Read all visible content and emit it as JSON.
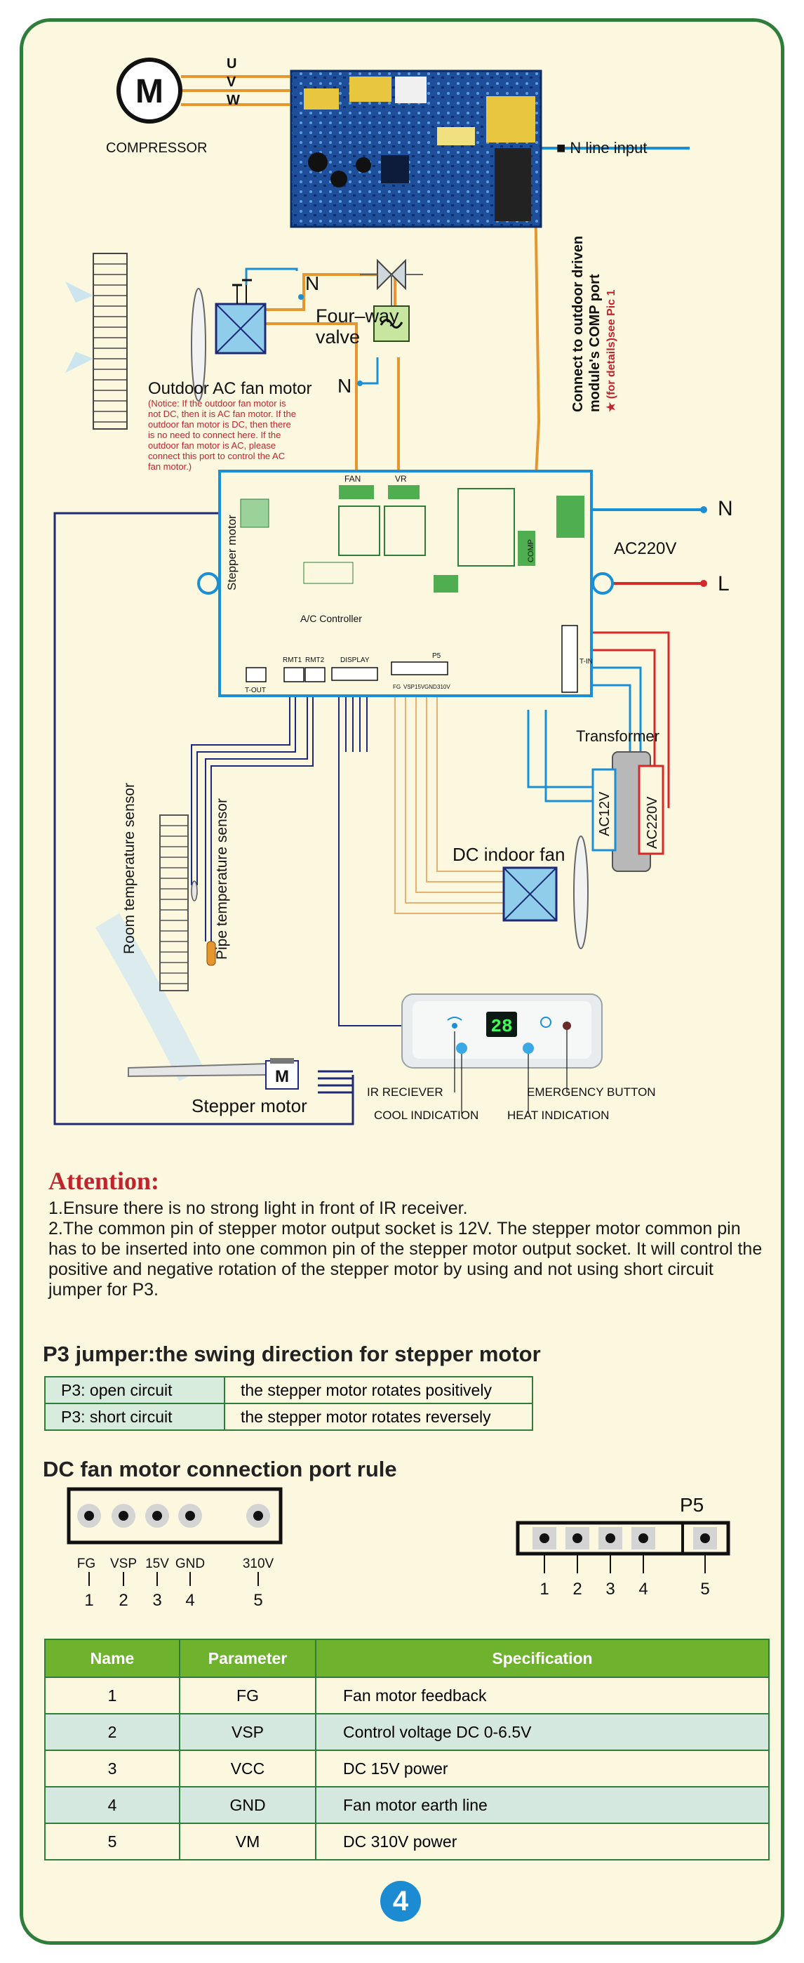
{
  "diagram": {
    "compressor": "COMPRESSOR",
    "compressor_symbol": "M",
    "phase_u": "U",
    "phase_v": "V",
    "phase_w": "W",
    "n_line_input": "■ N line input",
    "connect_note_1": "Connect to outdoor driven",
    "connect_note_2": "module's COMP port",
    "connect_note_3": "★ (for details)see Pic 1",
    "fan_n": "N",
    "four_way_1": "Four–way",
    "four_way_2": "valve",
    "valve_n": "N",
    "outdoor_fan_title": "Outdoor AC fan motor",
    "outdoor_notice": [
      "(Notice: If the outdoor fan motor is",
      "not DC, then it is AC fan motor. If the",
      "outdoor fan motor is DC, then there",
      "is no need to connect here. If the",
      "outdoor fan motor is AC, please",
      "connect this port to control the AC",
      "fan motor.)"
    ],
    "port_fan": "FAN",
    "port_vr": "VR",
    "port_comp": "COMP",
    "port_p5": "P5",
    "port_tout": "T-OUT",
    "port_rmt1": "RMT1",
    "port_rmt2": "RMT2",
    "port_display": "DISPLAY",
    "port_tin": "T-IN",
    "p5_pins": [
      "FG",
      "VSP",
      "15V",
      "GND",
      "310V"
    ],
    "board_label": "A/C Controller",
    "stepper_vertical": "Stepper motor",
    "n_right": "N",
    "l_right": "L",
    "ac220v": "AC220V",
    "transformer": "Transformer",
    "ac12v": "AC12V",
    "ac220v_vertical": "AC220V",
    "dc_indoor_fan": "DC indoor fan",
    "room_sensor": "Room temperature sensor",
    "pipe_sensor": "Pipe temperature sensor",
    "display_digits": "28",
    "ir_receiver": "IR RECIEVER",
    "cool_indication": "COOL INDICATION",
    "emergency_button": "EMERGENCY BUTTON",
    "heat_indication": "HEAT INDICATION",
    "stepper_bottom": "Stepper motor",
    "stepper_symbol": "M"
  },
  "attention": {
    "title": "Attention:",
    "line1": "1.Ensure there is no strong light in front of IR receiver.",
    "line2": "2.The common pin of stepper motor output socket is 12V. The stepper motor common pin has to be inserted into one common pin of the stepper motor output socket. It will control the positive and negative rotation of the stepper motor by using and not using short circuit jumper for P3."
  },
  "p3": {
    "title": "P3 jumper:the swing direction for stepper motor",
    "rows": [
      {
        "key": "P3:  open circuit",
        "value": "the stepper motor rotates positively"
      },
      {
        "key": "P3:  short circuit",
        "value": "the stepper motor rotates reversely"
      }
    ]
  },
  "fan_rule": {
    "title": "DC fan motor connection port rule",
    "pin_names": [
      "FG",
      "VSP",
      "15V",
      "GND",
      "310V"
    ],
    "pin_numbers": [
      "1",
      "2",
      "3",
      "4",
      "5"
    ],
    "p5_label": "P5",
    "p5_numbers": [
      "1",
      "2",
      "3",
      "4",
      "5"
    ]
  },
  "spec_table": {
    "headers": [
      "Name",
      "Parameter",
      "Specification"
    ],
    "rows": [
      [
        "1",
        "FG",
        "Fan motor feedback"
      ],
      [
        "2",
        "VSP",
        "Control voltage DC 0-6.5V"
      ],
      [
        "3",
        "VCC",
        "DC 15V power"
      ],
      [
        "4",
        "GND",
        "Fan motor earth line"
      ],
      [
        "5",
        "VM",
        "DC 310V power"
      ]
    ]
  },
  "page_number": "4",
  "colors": {
    "background": "#fcf8e0",
    "border": "#2e7d3a",
    "wire_blue": "#1a8fd6",
    "wire_orange": "#e6962e",
    "wire_red": "#d62a2a",
    "wire_navy": "#1e2a78",
    "header_green": "#6fb22d",
    "attention_red": "#c0242c",
    "page_badge": "#1d8bd1"
  }
}
